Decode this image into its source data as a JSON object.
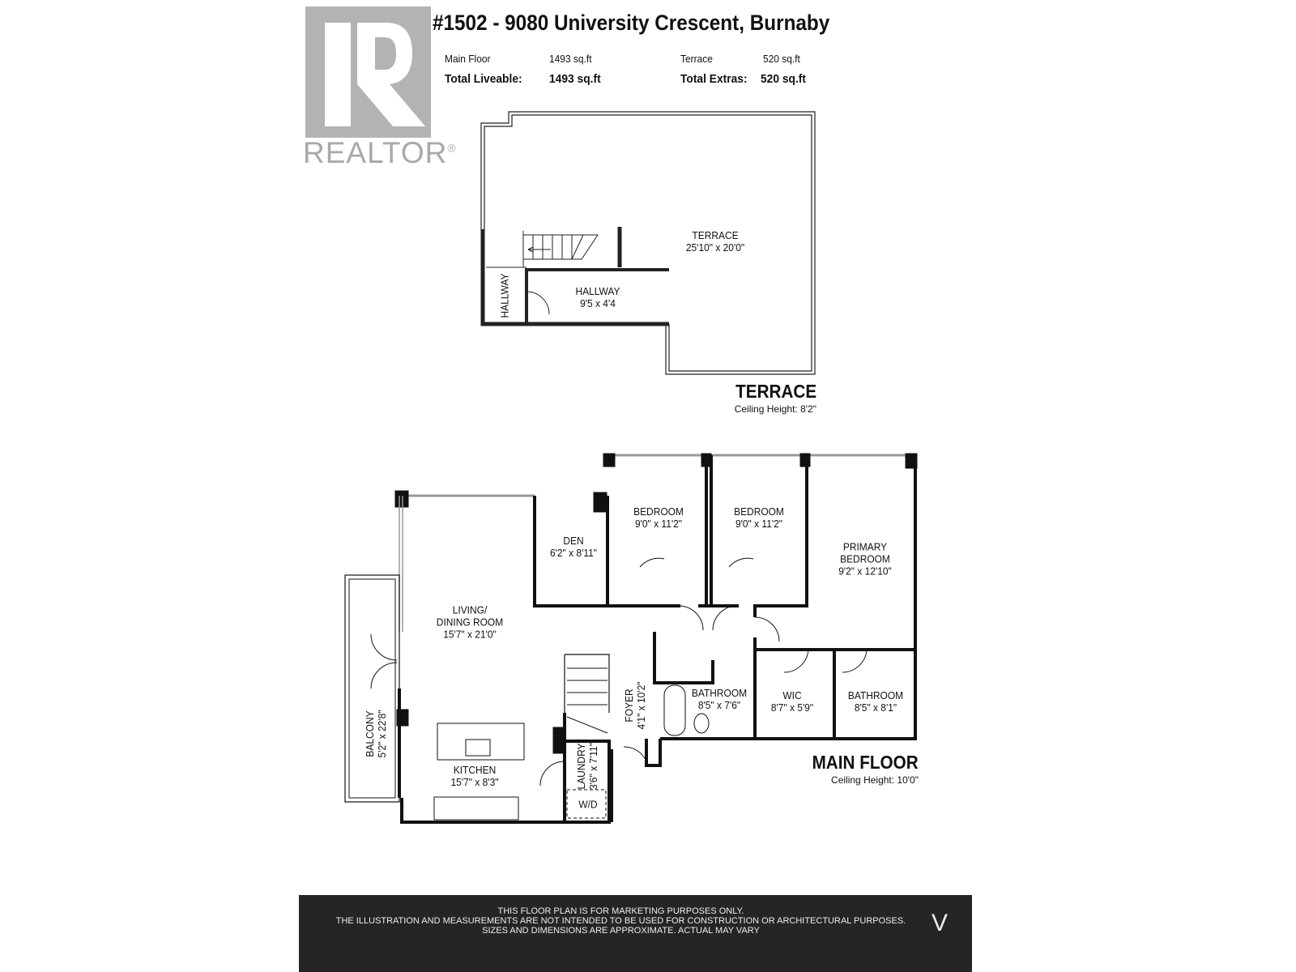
{
  "logo": {
    "text": "REALTOR",
    "reg": "®"
  },
  "header": {
    "title": "#1502 - 9080 University Crescent, Burnaby",
    "main_floor_label": "Main Floor",
    "main_floor_value": "1493 sq.ft",
    "terrace_label": "Terrace",
    "terrace_value": "520 sq.ft",
    "total_liveable_label": "Total Liveable:",
    "total_liveable_value": "1493 sq.ft",
    "total_extras_label": "Total Extras:",
    "total_extras_value": "520 sq.ft"
  },
  "terrace_floor": {
    "title": "TERRACE",
    "ceiling": "Ceiling Height: 8'2\"",
    "rooms": [
      {
        "name": "TERRACE",
        "dims": "25'10\" x 20'0\""
      },
      {
        "name": "HALLWAY",
        "dims": "9'5 x 4'4"
      },
      {
        "name": "HALLWAY",
        "dims": ""
      }
    ]
  },
  "main_floor": {
    "title": "MAIN FLOOR",
    "ceiling": "Ceiling Height: 10'0\"",
    "rooms": [
      {
        "name": "DEN",
        "dims": "6'2\" x 8'11\""
      },
      {
        "name": "BEDROOM",
        "dims": "9'0\" x 11'2\""
      },
      {
        "name": "BEDROOM",
        "dims": "9'0\" x 11'2\""
      },
      {
        "name": "PRIMARY\nBEDROOM",
        "dims": "9'2\" x 12'10\""
      },
      {
        "name": "LIVING/\nDINING ROOM",
        "dims": "15'7\" x 21'0\""
      },
      {
        "name": "BATHROOM",
        "dims": "8'5\" x 7'6\""
      },
      {
        "name": "WIC",
        "dims": "8'7\" x 5'9\""
      },
      {
        "name": "BATHROOM",
        "dims": "8'5\" x 8'1\""
      },
      {
        "name": "KITCHEN",
        "dims": "15'7\" x 8'3\""
      },
      {
        "name": "BALCONY",
        "dims": "5'2\" x 22'8\""
      },
      {
        "name": "FOYER",
        "dims": "4'1\" x 10'2\""
      },
      {
        "name": "LAUNDRY",
        "dims": "3'6\" x 7'11\""
      },
      {
        "name": "W/D",
        "dims": ""
      }
    ]
  },
  "footer": {
    "lines": [
      "THIS FLOOR PLAN IS FOR MARKETING PURPOSES ONLY.",
      "THE ILLUSTRATION AND MEASUREMENTS ARE NOT INTENDED TO BE USED FOR CONSTRUCTION OR ARCHITECTURAL PURPOSES.",
      "SIZES AND DIMENSIONS ARE APPROXIMATE. ACTUAL MAY VARY"
    ],
    "brand_mark": "V"
  }
}
